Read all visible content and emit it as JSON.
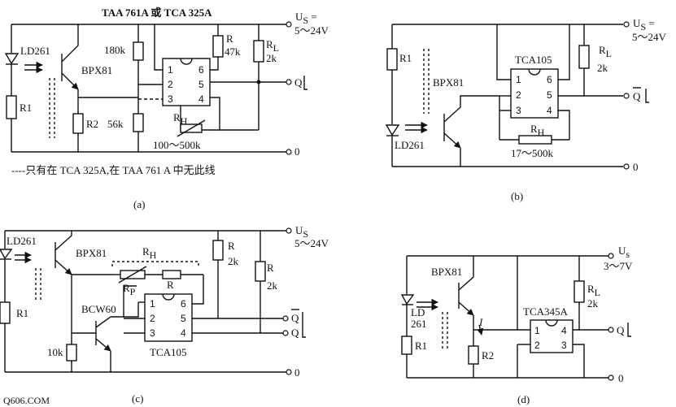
{
  "header": "TAA 761A  或  TCA 325A",
  "circuit_a": {
    "supply_label": "U",
    "supply_sub": "S",
    "supply_eq": " =",
    "supply_range": "5～24V",
    "led": "LD261",
    "phototransistor": "BPX81",
    "r1": "R1",
    "r180k": "180k",
    "r2": "R2",
    "r56k": "56k",
    "r": "R",
    "r47k": "47k",
    "rl": "R",
    "rl_sub": "L",
    "rl_val": "2k",
    "rh": "R",
    "rh_sub": "H",
    "rh_range": "100～500k",
    "pins": [
      "1",
      "2",
      "3",
      "6",
      "5",
      "4"
    ],
    "q": "Q",
    "ground": "0",
    "note": "----只有在 TCA 325A,在 TAA 761 A 中无此线",
    "caption": "(a)"
  },
  "circuit_b": {
    "supply_label": "U",
    "supply_sub": "S",
    "supply_eq": " =",
    "supply_range": "5～24V",
    "ic": "TCA105",
    "r1": "R1",
    "phototransistor": "BPX81",
    "led": "LD261",
    "rl": "R",
    "rl_sub": "L",
    "rl_val": "2k",
    "rh": "R",
    "rh_sub": "H",
    "rh_range": "17～500k",
    "pins": [
      "1",
      "2",
      "3",
      "6",
      "5",
      "4"
    ],
    "q": "Q",
    "ground": "0",
    "caption": "(b)"
  },
  "circuit_c": {
    "supply_label": "U",
    "supply_sub": "S",
    "supply_range": "5～24V",
    "led": "LD261",
    "phototransistor": "BPX81",
    "rh": "R",
    "rh_sub": "H",
    "rp": "R",
    "rp_sub": "P",
    "r_mid": "R",
    "r_top": "R",
    "r_top_val": "2k",
    "r_right": "R",
    "r_right_val": "2k",
    "transistor": "BCW60",
    "r1": "R1",
    "r10k": "10k",
    "ic": "TCA105",
    "pins": [
      "1",
      "2",
      "3",
      "6",
      "5",
      "4"
    ],
    "q_bar": "Q",
    "q": "Q",
    "ground": "0",
    "caption": "(c)"
  },
  "circuit_d": {
    "supply_label": "U",
    "supply_sub": "s",
    "supply_range": "3～7V",
    "phototransistor": "BPX81",
    "led": "LD",
    "led2": "261",
    "current": "I",
    "r1": "R1",
    "r2": "R2",
    "rl": "R",
    "rl_sub": "L",
    "rl_val": "2k",
    "ic": "TCA345A",
    "pins": [
      "1",
      "2",
      "4",
      "3"
    ],
    "q": "Q",
    "ground": "0",
    "caption": "(d)"
  },
  "watermark": "Q606.COM"
}
